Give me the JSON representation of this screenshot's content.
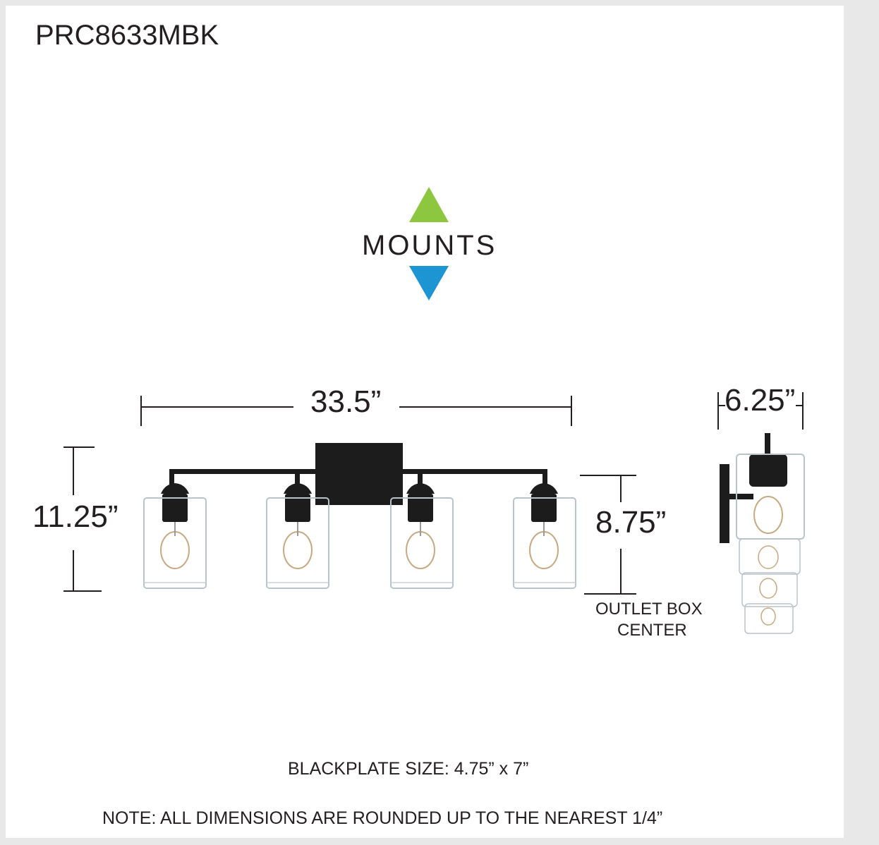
{
  "model": "PRC8633MBK",
  "mounts": {
    "label": "MOUNTS",
    "up_color": "#8dc63f",
    "down_color": "#1e95d3"
  },
  "dimensions": {
    "width": "33.5”",
    "height": "11.25”",
    "outlet_height": "8.75”",
    "depth": "6.25”"
  },
  "outlet": {
    "line1": "OUTLET BOX",
    "line2": "CENTER"
  },
  "backplate": "BLACKPLATE SIZE: 4.75” x 7”",
  "note": "NOTE: ALL DIMENSIONS ARE ROUNDED UP TO THE NEAREST 1/4”",
  "colors": {
    "fixture": "#1c1c1c",
    "glass": "#b8c4cc",
    "text": "#231f20"
  }
}
